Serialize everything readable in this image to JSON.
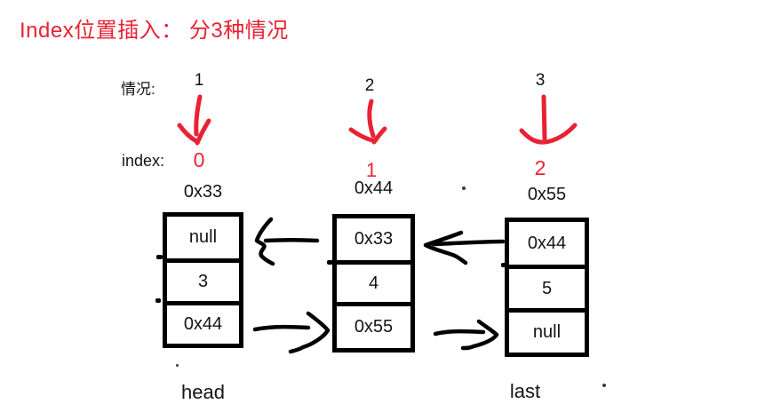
{
  "title": "Index位置插入： 分3种情况",
  "row_labels": {
    "cases": "情况:",
    "index": "index:"
  },
  "cases": [
    {
      "number": "1",
      "index": "0"
    },
    {
      "number": "2",
      "index": "1"
    },
    {
      "number": "3",
      "index": "2"
    }
  ],
  "nodes": [
    {
      "address": "0x33",
      "prev": "null",
      "value": "3",
      "next": "0x44"
    },
    {
      "address": "0x44",
      "prev": "0x33",
      "value": "4",
      "next": "0x55"
    },
    {
      "address": "0x55",
      "prev": "0x44",
      "value": "5",
      "next": "null"
    }
  ],
  "pointer_labels": {
    "head": "head",
    "last": "last"
  },
  "icons": {
    "case_indicator": "red-down-arrow-icon",
    "prev_pointer": "left-arrow-icon",
    "next_pointer": "right-arrow-icon"
  },
  "colors": {
    "accent_red": "#e82233",
    "ink": "#000000"
  }
}
